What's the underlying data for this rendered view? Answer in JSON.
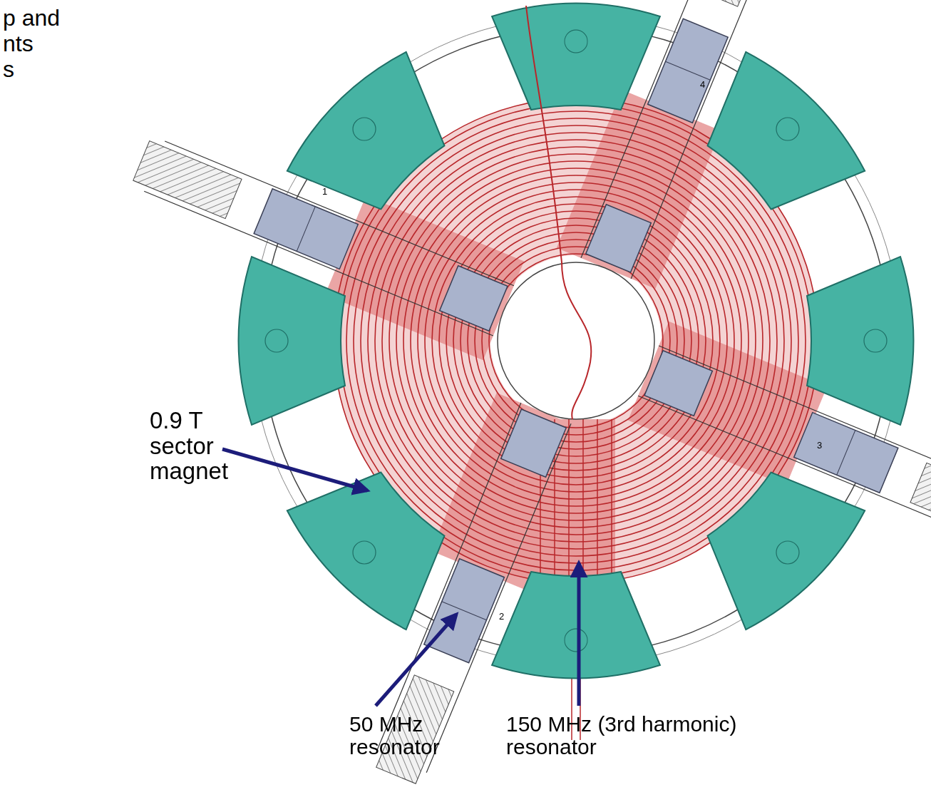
{
  "diagram": {
    "labels": [
      "p and",
      "nts",
      "s",
      "0.9 T sector magnet",
      "50 MHz resonator",
      "150 MHz (3rd harmonic) resonator",
      "1",
      "2",
      "3",
      "4"
    ]
  }
}
